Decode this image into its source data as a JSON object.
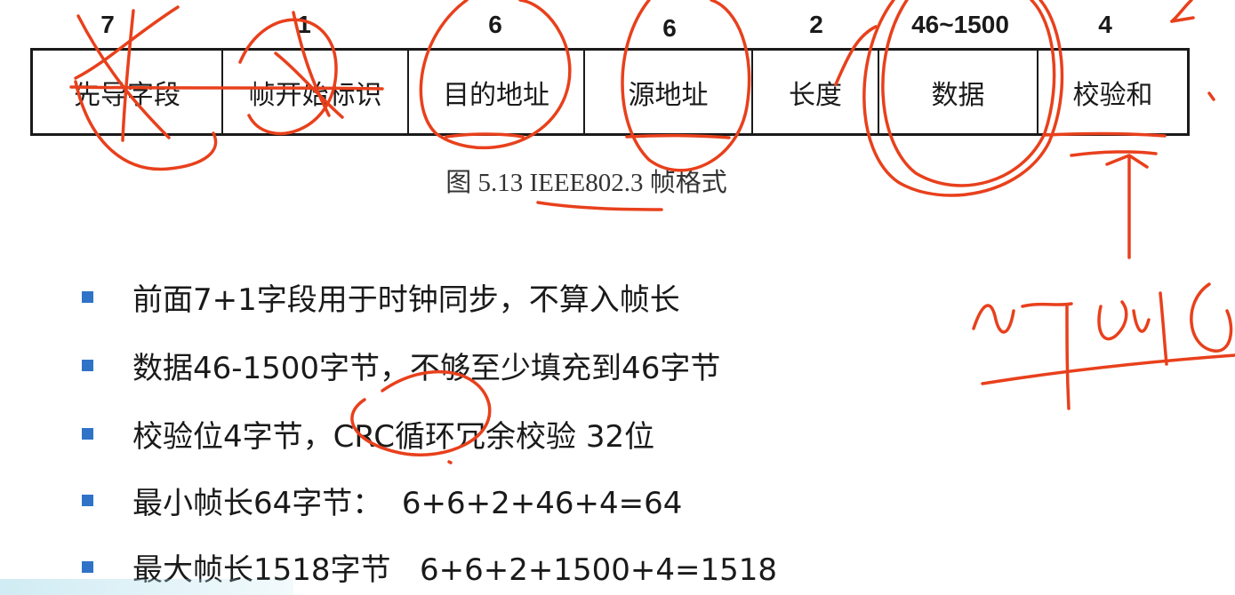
{
  "frame_diagram": {
    "fields": [
      {
        "label": "先导字段",
        "size": "7"
      },
      {
        "label": "帧开始标识",
        "size": "1"
      },
      {
        "label": "目的地址",
        "size": "6"
      },
      {
        "label": "源地址",
        "size": "6"
      },
      {
        "label": "长度",
        "size": "2"
      },
      {
        "label": "数据",
        "size": "46~1500"
      },
      {
        "label": "校验和",
        "size": "4"
      }
    ],
    "caption": "图 5.13 IEEE802.3 帧格式"
  },
  "bullets": [
    "前面7+1字段用于时钟同步，不算入帧长",
    "数据46-1500字节，不够至少填充到46字节",
    "校验位4字节，CRC循环冗余校验 32位",
    "最小帧长64字节：  6+6+2+46+4=64",
    "最大帧长1518字节   6+6+2+1500+4=1518"
  ],
  "colors": {
    "bullet": "#2f73c8",
    "ink": "#e8401c",
    "text": "#1a1a1a"
  }
}
